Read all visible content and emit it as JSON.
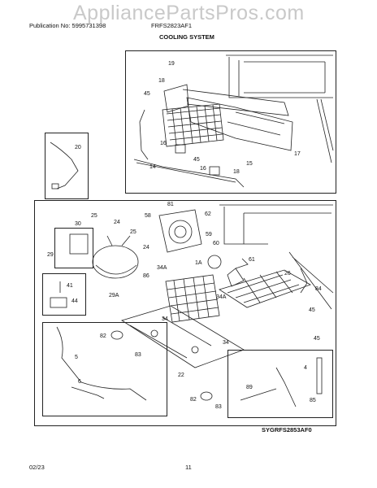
{
  "header": {
    "watermark": "AppliancePartsPros.com",
    "publication": "Publication No: 5995731398",
    "model": "FRFS2823AF1",
    "section_title": "COOLING SYSTEM"
  },
  "callouts_top": [
    "19",
    "18",
    "45",
    "20",
    "16",
    "45",
    "17",
    "14",
    "16",
    "15",
    "18"
  ],
  "callouts_bottom": [
    "81",
    "25",
    "62",
    "58",
    "24",
    "30",
    "25",
    "24",
    "59",
    "60",
    "29",
    "61",
    "26",
    "34A",
    "1A",
    "86",
    "84",
    "41",
    "29A",
    "34A",
    "44",
    "45",
    "34",
    "45",
    "82",
    "34",
    "4",
    "83",
    "5",
    "22",
    "6",
    "89",
    "82",
    "83",
    "85"
  ],
  "footer": {
    "diagram_code": "SYGRFS2853AF0",
    "date": "02/23",
    "page": "11"
  }
}
